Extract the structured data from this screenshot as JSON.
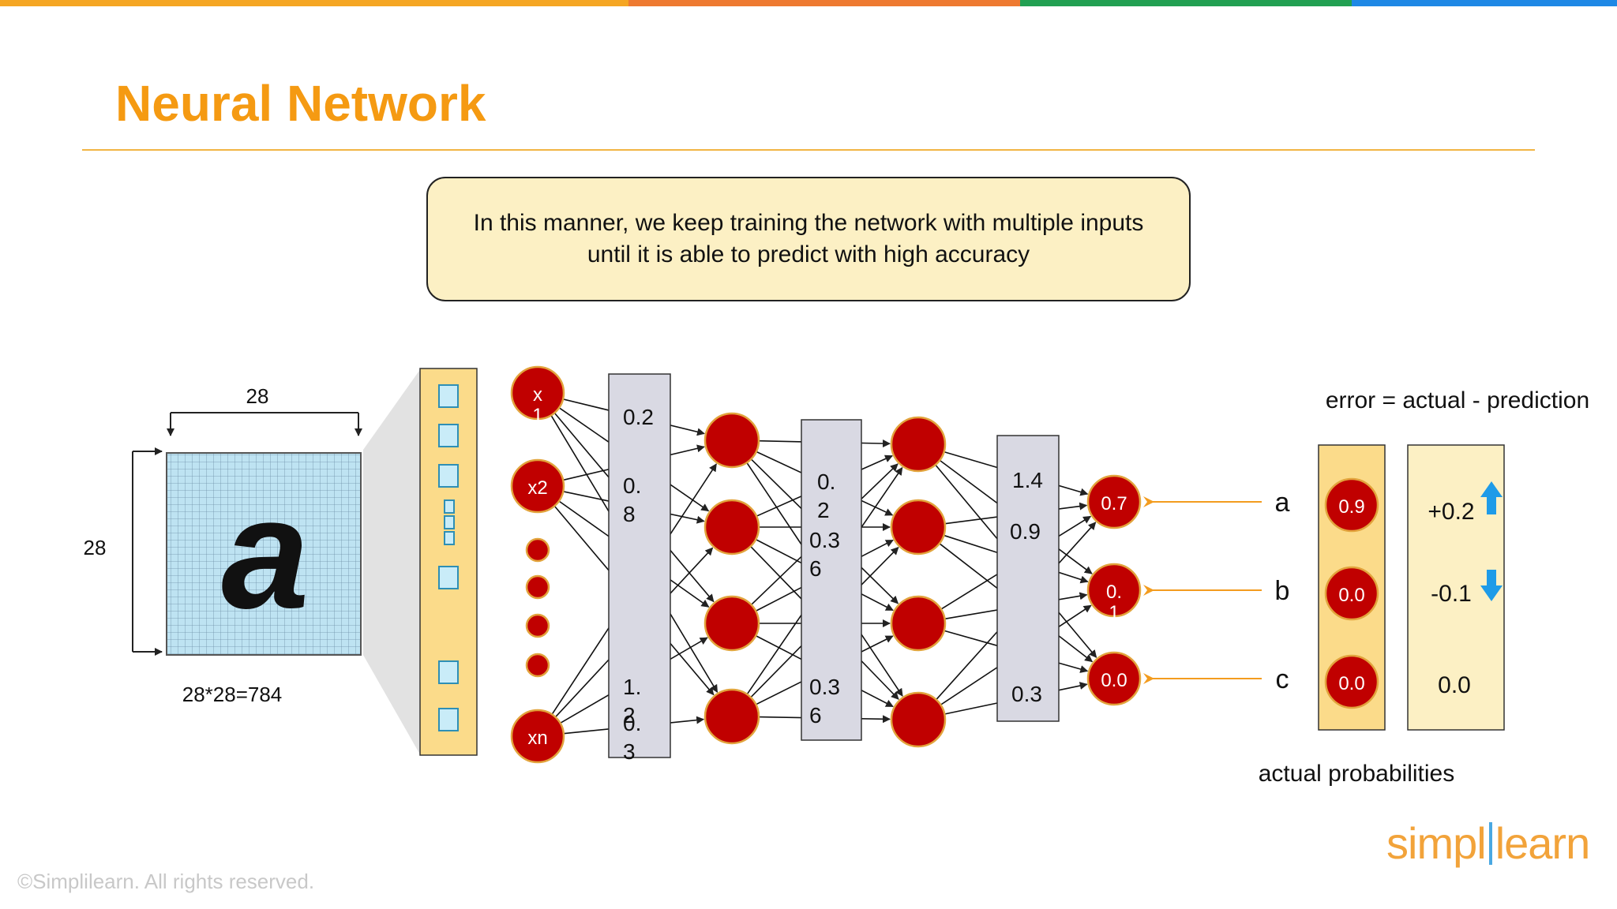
{
  "slide": {
    "title": "Neural Network",
    "callout": {
      "line1": "In this manner, we keep training the network with multiple inputs",
      "line2": "until it is able to predict with high accuracy"
    },
    "footer": "©Simplilearn. All rights reserved.",
    "logo": {
      "part1": "simpl",
      "part2": "learn"
    },
    "colors": {
      "title": "#F59A12",
      "neuron": "#C00000",
      "layer_box": "#D9D9E3",
      "input_strip": "#FBDB8A",
      "error_arrow": "#F39C1E",
      "up_arrow": "#1E9BE8",
      "down_arrow": "#1E9BE8",
      "topbar": [
        "#F5A623",
        "#EE7A31",
        "#22A052",
        "#1E88E5"
      ]
    }
  },
  "image_panel": {
    "width_label": "28",
    "height_label": "28",
    "size_formula": "28*28=784",
    "letter": "a"
  },
  "network": {
    "inputs": [
      "x\n1",
      "x2",
      "xn"
    ],
    "layer1_values": [
      "0.2",
      "0.\n8",
      "1.\n2",
      "0.\n3"
    ],
    "layer2_values": [
      "0.\n2",
      "0.3\n6",
      "0.3\n6"
    ],
    "layer3_values": [
      "1.4",
      "0.9",
      "0.3"
    ],
    "outputs": [
      "0.7",
      "0.\n1",
      "0.0"
    ],
    "output_letters": [
      "a",
      "b",
      "c"
    ]
  },
  "error_panel": {
    "formula": "error = actual - prediction",
    "actual": [
      "0.9",
      "0.0",
      "0.0"
    ],
    "errors": [
      "+0.2",
      "-0.1",
      "0.0"
    ],
    "error_direction": [
      "up",
      "down",
      "none"
    ],
    "caption": "actual probabilities"
  }
}
